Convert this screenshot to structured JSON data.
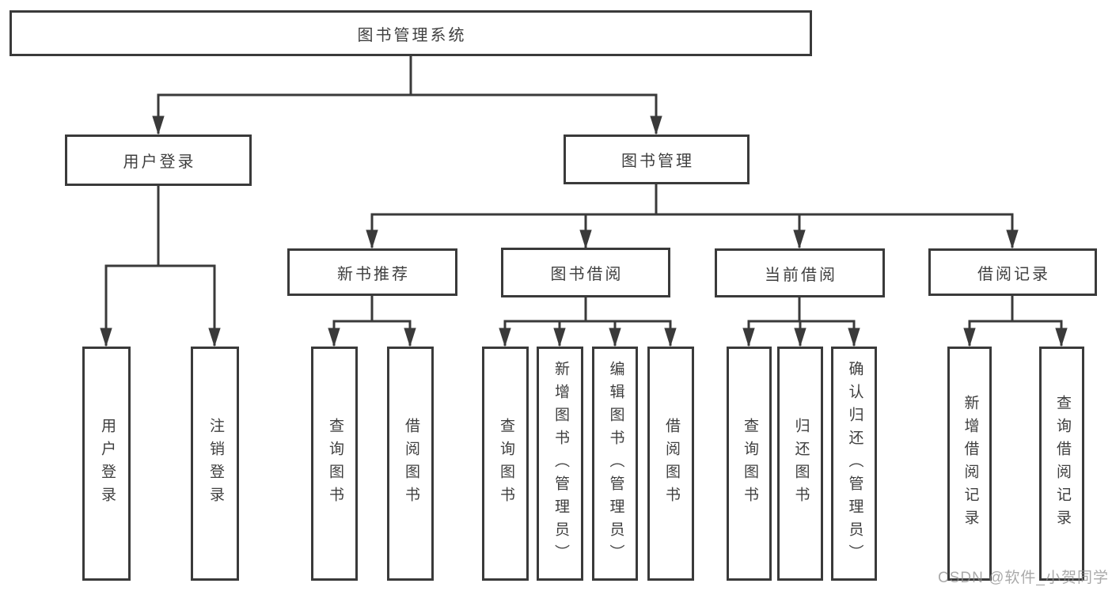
{
  "nodes": {
    "root": "图书管理系统",
    "user_login_group": "用户登录",
    "book_mgmt_group": "图书管理",
    "new_book_rec": "新书推荐",
    "book_borrow": "图书借阅",
    "current_borrow": "当前借阅",
    "borrow_records": "借阅记录",
    "leaf_user_login": "用户登录",
    "leaf_logout": "注销登录",
    "leaf_rec_query_books": "查询图书",
    "leaf_rec_borrow_books": "借阅图书",
    "leaf_bb_query_books": "查询图书",
    "leaf_bb_add_books": "新增图书（管理员）",
    "leaf_bb_edit_books": "编辑图书（管理员）",
    "leaf_bb_borrow_books": "借阅图书",
    "leaf_cb_query_books": "查询图书",
    "leaf_cb_return_books": "归还图书",
    "leaf_cb_confirm_return": "确认归还（管理员）",
    "leaf_br_add_record": "新增借阅记录",
    "leaf_br_query_record": "查询借阅记录"
  },
  "colors": {
    "line": "#3a3a3a",
    "text": "#3f3f3f",
    "watermark": "#8e8e8e"
  },
  "watermark": "CSDN @软件_小贺同学"
}
